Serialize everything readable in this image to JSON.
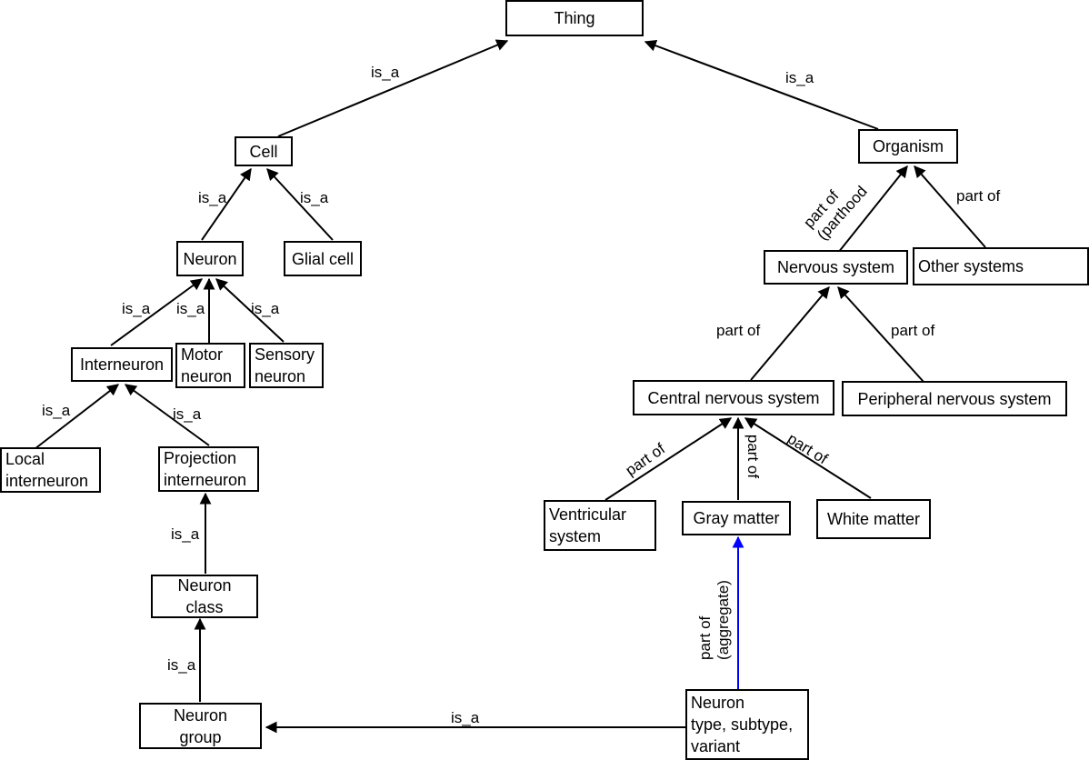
{
  "nodes": {
    "thing": "Thing",
    "cell": "Cell",
    "organism": "Organism",
    "neuron": "Neuron",
    "glial_cell": "Glial cell",
    "nervous_system": "Nervous system",
    "other_systems": "Other systems",
    "interneuron": "Interneuron",
    "motor_neuron": "Motor\nneuron",
    "sensory_neuron": "Sensory\nneuron",
    "central_nervous_system": "Central nervous system",
    "peripheral_nervous_system": "Peripheral nervous system",
    "local_interneuron": "Local\ninterneuron",
    "projection_interneuron": "Projection\ninterneuron",
    "ventricular_system": "Ventricular\nsystem",
    "gray_matter": "Gray matter",
    "white_matter": "White matter",
    "neuron_class": "Neuron\nclass",
    "neuron_group": "Neuron\ngroup",
    "neuron_type": "Neuron\ntype, subtype,\nvariant"
  },
  "edge_labels": {
    "cell_thing": "is_a",
    "organism_thing": "is_a",
    "neuron_cell": "is_a",
    "glial_cell": "is_a",
    "nervous_organism": "part of\n(parthood",
    "other_organism": "part of",
    "interneuron_neuron": "is_a",
    "motor_neuron": "is_a",
    "sensory_neuron": "is_a",
    "cns_nervous": "part of",
    "pns_nervous": "part of",
    "local_interneuron": "is_a",
    "projection_interneuron": "is_a",
    "ventricular_cns": "part of",
    "gray_cns": "part of",
    "white_cns": "part of",
    "class_projection": "is_a",
    "group_class": "is_a",
    "type_gray": "part of\n(aggregate)",
    "type_group": "is_a"
  },
  "colors": {
    "line": "#000000",
    "aggregate_arrow": "#0000ff"
  }
}
